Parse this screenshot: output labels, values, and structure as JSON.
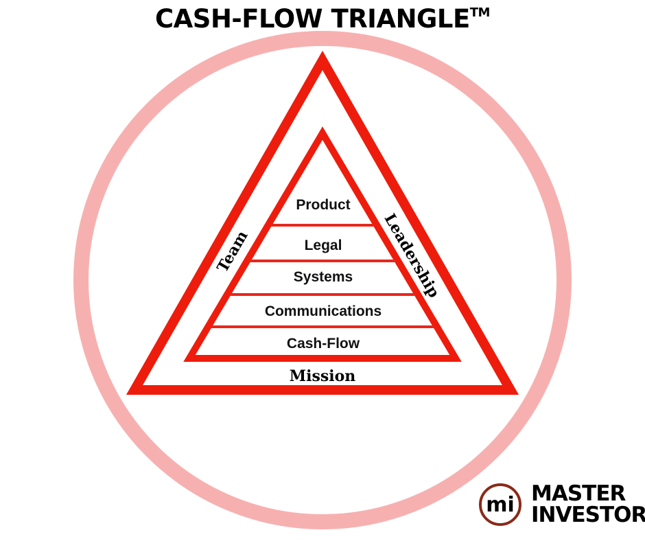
{
  "title": "CASH-FLOW TRIANGLE",
  "trademark": "TM",
  "layers": [
    "Product",
    "Legal",
    "Systems",
    "Communications",
    "Cash-Flow"
  ],
  "sides": {
    "left": "Team",
    "right": "Leadership",
    "bottom": "Mission"
  },
  "logo": {
    "mark": "mi",
    "line1": "MASTER",
    "line2": "INVESTOR"
  },
  "colors": {
    "triangle": "#ee1c0c",
    "circle": "#f7b0b0"
  }
}
